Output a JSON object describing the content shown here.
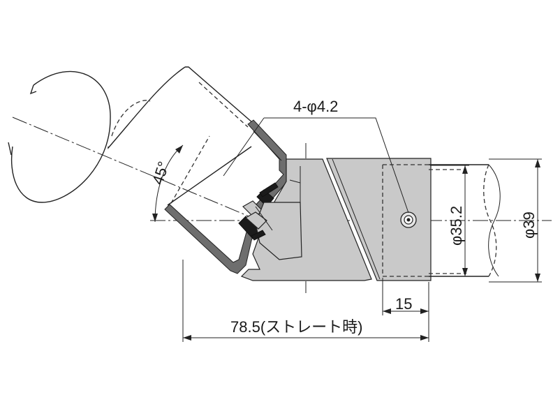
{
  "drawing": {
    "labels": {
      "hole_spec": "4-φ4.2",
      "angle": "45°",
      "inner_diameter": "φ35.2",
      "outer_diameter": "φ39",
      "socket_depth": "15",
      "straight_length": "78.5(ストレート時)"
    }
  }
}
